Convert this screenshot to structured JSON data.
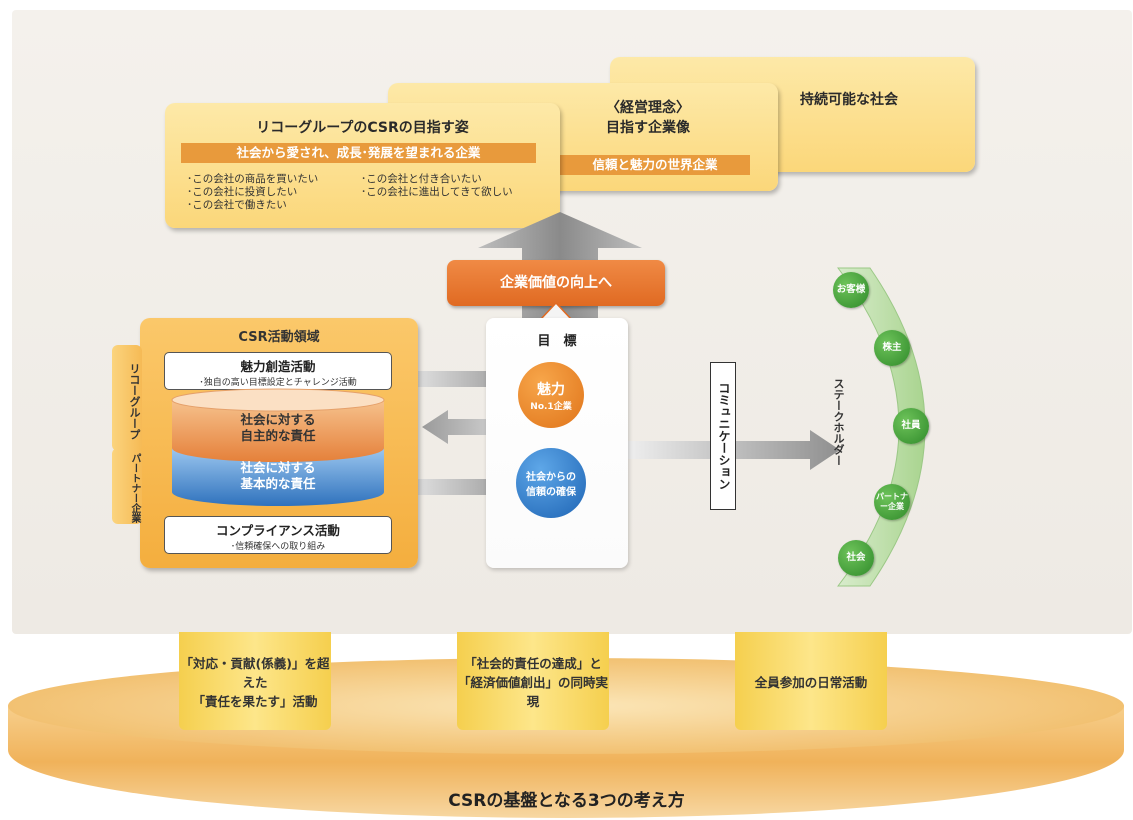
{
  "vision_card": {
    "title": "リコーグループのCSRの目指す姿",
    "banner": "社会から愛され、成長･発展を望まれる企業",
    "bullets_left": [
      "･この会社の商品を買いたい",
      "･この会社に投資したい",
      "･この会社で働きたい"
    ],
    "bullets_right": [
      "･この会社と付き合いたい",
      "･この会社に進出してきて欲しい"
    ]
  },
  "philosophy_card": {
    "title_line1": "〈経営理念〉",
    "title_line2": "目指す企業像",
    "banner": "信頼と魅力の世界企業"
  },
  "society_card": {
    "title": "持続可能な社会"
  },
  "value_button": "企業価値の向上へ",
  "goal": {
    "title": "目　標",
    "circle1_line1": "魅力",
    "circle1_line2": "No.1企業",
    "circle2_line1": "社会からの",
    "circle2_line2": "信頼の確保"
  },
  "csr_area": {
    "title": "CSR活動領域",
    "side_group": "リコーグループ",
    "side_partner": "パートナー企業",
    "attractive_title": "魅力創造活動",
    "attractive_sub": "･独自の高い目標設定とチャレンジ活動",
    "layer1_line1": "社会に対する",
    "layer1_line2": "自主的な責任",
    "layer2_line1": "社会に対する",
    "layer2_line2": "基本的な責任",
    "compliance_title": "コンプライアンス活動",
    "compliance_sub": "･信頼確保への取り組み"
  },
  "communication": "コミュニケーション",
  "stakeholders": {
    "label": "ステークホルダー",
    "items": [
      "お客様",
      "株主",
      "社員",
      "パートナー企業",
      "社会"
    ]
  },
  "pillars": [
    {
      "line1": "「対応・貢献(係義)」を超えた",
      "line2": "「責任を果たす」活動"
    },
    {
      "line1": "「社会的責任の達成」と",
      "line2": "「経済価値創出」の同時実現"
    },
    {
      "line1": "全員参加の日常活動",
      "line2": ""
    }
  ],
  "foundation": "CSRの基盤となる3つの考え方",
  "colors": {
    "orange": "#e06a22",
    "card_yellow": "#fbd77a",
    "green": "#2f8a2a",
    "blue_layer": "#3a7fc8",
    "orange_layer": "#e98c45"
  }
}
